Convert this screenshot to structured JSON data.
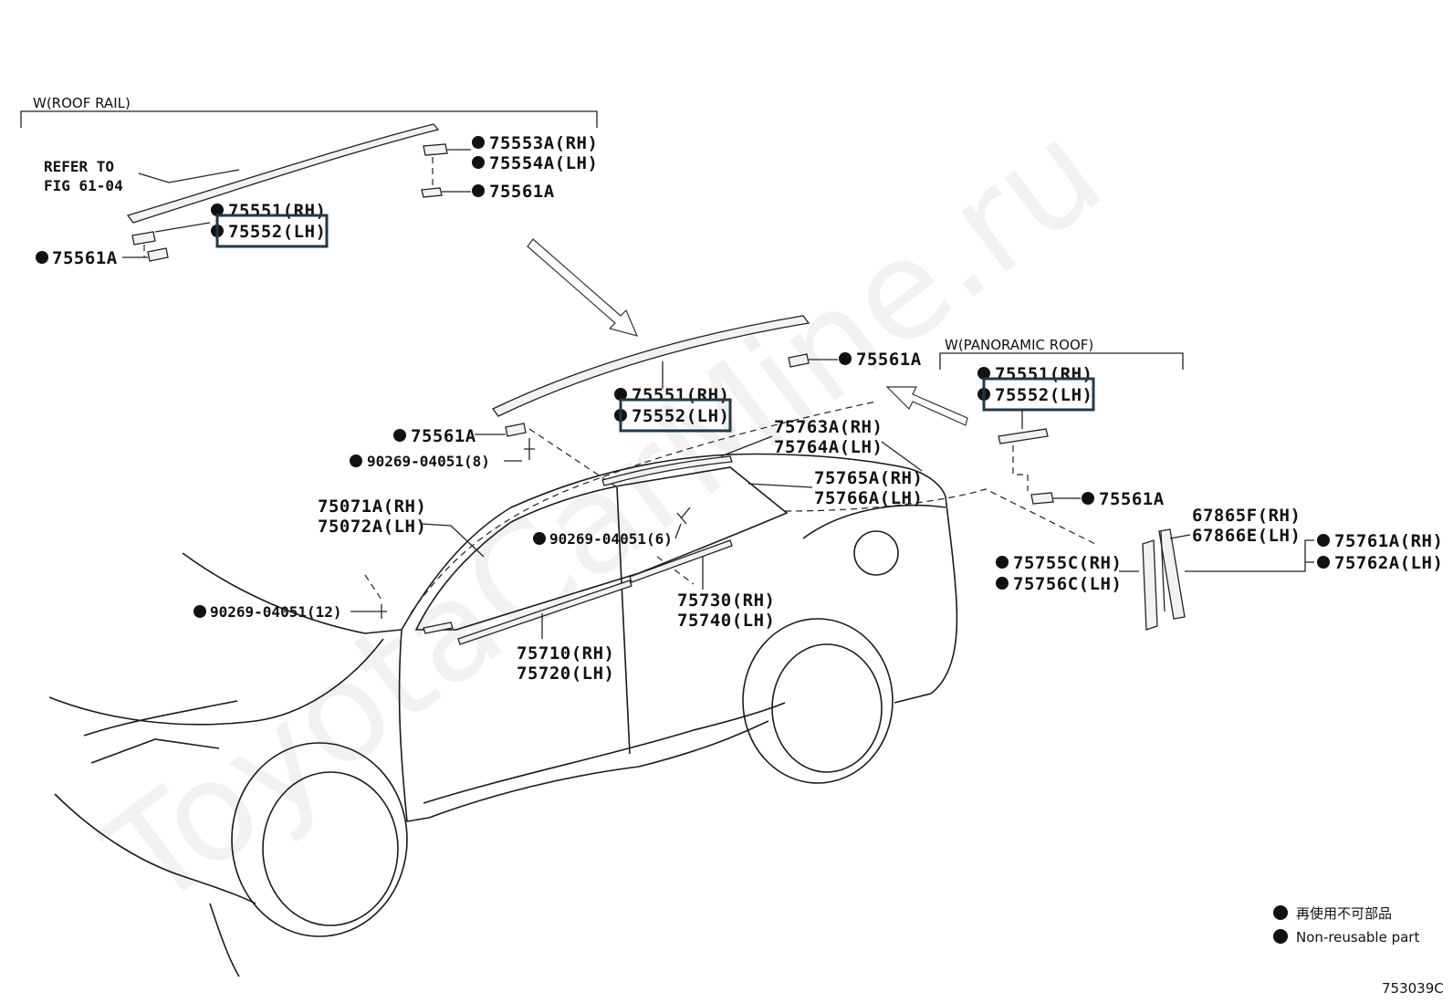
{
  "watermark": "ToyotaCarMine.ru",
  "figure_id": "753039C",
  "groups": {
    "roof_rail": "W(ROOF RAIL)",
    "panoramic_roof": "W(PANORAMIC ROOF)"
  },
  "refer": {
    "line1": "REFER TO",
    "line2": "FIG 61-04"
  },
  "labels": {
    "p75553A_RH": "75553A(RH)",
    "p75554A_LH": "75554A(LH)",
    "p75561A": "75561A",
    "p75551_RH": "75551(RH)",
    "p75552_LH": "75552(LH)",
    "p75763A_RH": "75763A(RH)",
    "p75764A_LH": "75764A(LH)",
    "p75765A_RH": "75765A(RH)",
    "p75766A_LH": "75766A(LH)",
    "p75071A_RH": "75071A(RH)",
    "p75072A_LH": "75072A(LH)",
    "p90269_8": "90269-04051(8)",
    "p90269_6": "90269-04051(6)",
    "p90269_12": "90269-04051(12)",
    "p75730_RH": "75730(RH)",
    "p75740_LH": "75740(LH)",
    "p75710_RH": "75710(RH)",
    "p75720_LH": "75720(LH)",
    "p67865F_RH": "67865F(RH)",
    "p67866E_LH": "67866E(LH)",
    "p75761A_RH": "75761A(RH)",
    "p75762A_LH": "75762A(LH)",
    "p75755C_RH": "75755C(RH)",
    "p75756C_LH": "75756C(LH)"
  },
  "legend": {
    "jp": "再使用不可部品",
    "en": "Non-reusable part"
  }
}
